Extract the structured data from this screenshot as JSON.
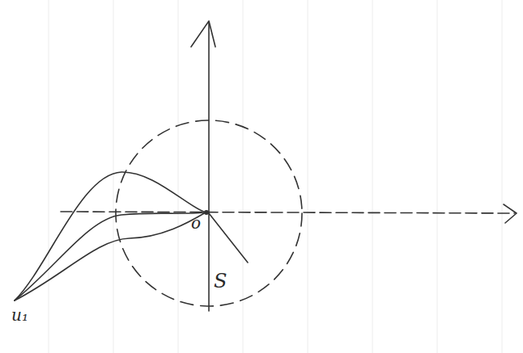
{
  "diagram": {
    "labels": [
      "o",
      "S",
      "u₁"
    ]
  }
}
